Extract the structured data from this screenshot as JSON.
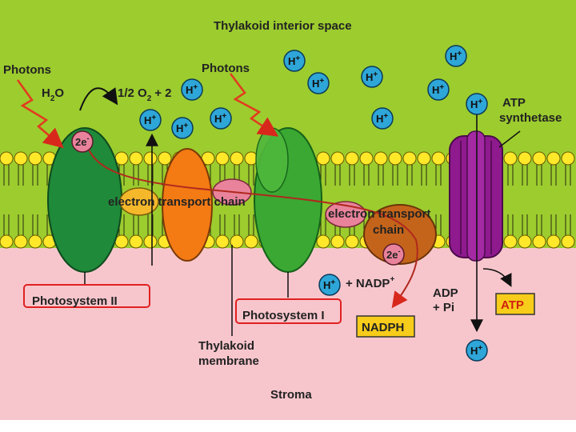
{
  "labels": {
    "interior": "Thylakoid interior space",
    "photons_left": "Photons",
    "photons_right": "Photons",
    "h2o": "H",
    "h2o_sub": "2",
    "h2o_end": "O",
    "half_o2": "1/2 O",
    "half_o2_sub": "2",
    "plus_two": "+ 2",
    "two_e": "2e",
    "two_e_sup": "-",
    "etc_left": "electron transport chain",
    "etc_right_1": "electron transport",
    "etc_right_2": "chain",
    "atp_synthetase_1": "ATP",
    "atp_synthetase_2": "synthetase",
    "nadp": "+ NADP",
    "nadp_sup": "+",
    "nadph": "NADPH",
    "adp": "ADP",
    "pi": "+ Pi",
    "atp": "ATP",
    "ps2": "Photosystem II",
    "ps1": "Photosystem I",
    "membrane_1": "Thylakoid",
    "membrane_2": "membrane",
    "stroma": "Stroma",
    "h_ion": "H",
    "h_ion_sup": "+"
  },
  "colors": {
    "interior": "#9ccc2e",
    "stroma": "#f7c6cc",
    "lipid_head": "#ffe82a",
    "ps2": "#1f8a3a",
    "ps1": "#3aa832",
    "cytochrome": "#f47a14",
    "etc_oval": "#e9839b",
    "etc_orange": "#f6b82b",
    "ferredoxin_complex": "#c4641a",
    "atp_synthase": "#8e1a8e",
    "h_ion": "#2ea6d8",
    "electron_path": "#c0281e",
    "photon_arrow": "#e23a1e",
    "highlight_box": "#e02020",
    "atp_box": "#f7cc1a"
  }
}
